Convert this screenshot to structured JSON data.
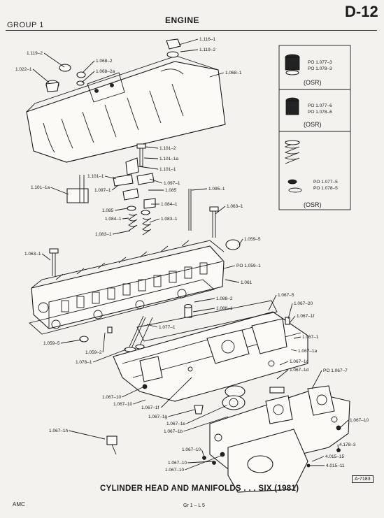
{
  "header": {
    "group": "GROUP 1",
    "title": "ENGINE",
    "page": "D-12"
  },
  "labels": [
    "1.116–1",
    "1.119–2",
    "1.119–2",
    "1.068–2",
    "1.068–2a",
    "1.022–1",
    "1.068–1",
    "1.101–2",
    "1.101–1a",
    "1.101–1",
    "1.101–1",
    "1.097–1",
    "1.101–1a",
    "1.097–1",
    "1.085",
    "1.095–1",
    "1.085",
    "1.084–1",
    "1.084–1",
    "1.063–1",
    "1.083–1",
    "1.083–1",
    "1.059–5",
    "1.063–1",
    "PO 1.059–1",
    "1.061",
    "1.088–2",
    "1.088–1",
    "1.067–5",
    "1.067–20",
    "1.067–1f",
    "1.077–1",
    "1.067–1",
    "1.059–5",
    "1.059–2",
    "1.067–1a",
    "1.078–1",
    "1.067–1c",
    "1.067–1d",
    "PO 1.067–7",
    "1.067–10",
    "1.067–10",
    "1.067–1f",
    "1.067–1g",
    "1.067–1e",
    "1.067–1b",
    "1.067–1h",
    "1.067–10",
    "1.067–10",
    "1.067–10",
    "1.067–10",
    "4.178–3",
    "4.015–15",
    "4.015–11"
  ],
  "osr_boxes": [
    {
      "lines": [
        "PO 1.077–3",
        "PO 1.078–3"
      ],
      "tag": "(OSR)"
    },
    {
      "lines": [
        "PO 1.077–6",
        "PO 1.078–6"
      ],
      "tag": "(OSR)"
    },
    {
      "lines": [
        "PO 1.077–5",
        "PO 1.078–5"
      ],
      "tag": "(OSR)"
    }
  ],
  "caption": "CYLINDER HEAD AND MANIFOLDS . . . SIX (1981)",
  "figure_number": "A-7183",
  "footer": {
    "left": "AMC",
    "center": "Gr 1 – L 5"
  }
}
